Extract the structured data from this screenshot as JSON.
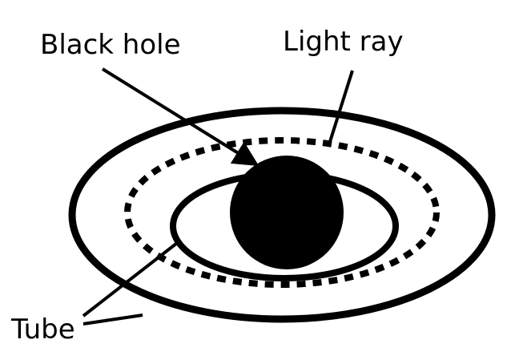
{
  "labels": {
    "black_hole": "Black hole",
    "light_ray": "Light ray",
    "tube": "Tube"
  },
  "colors": {
    "ink": "#000000",
    "paper": "#ffffff"
  }
}
